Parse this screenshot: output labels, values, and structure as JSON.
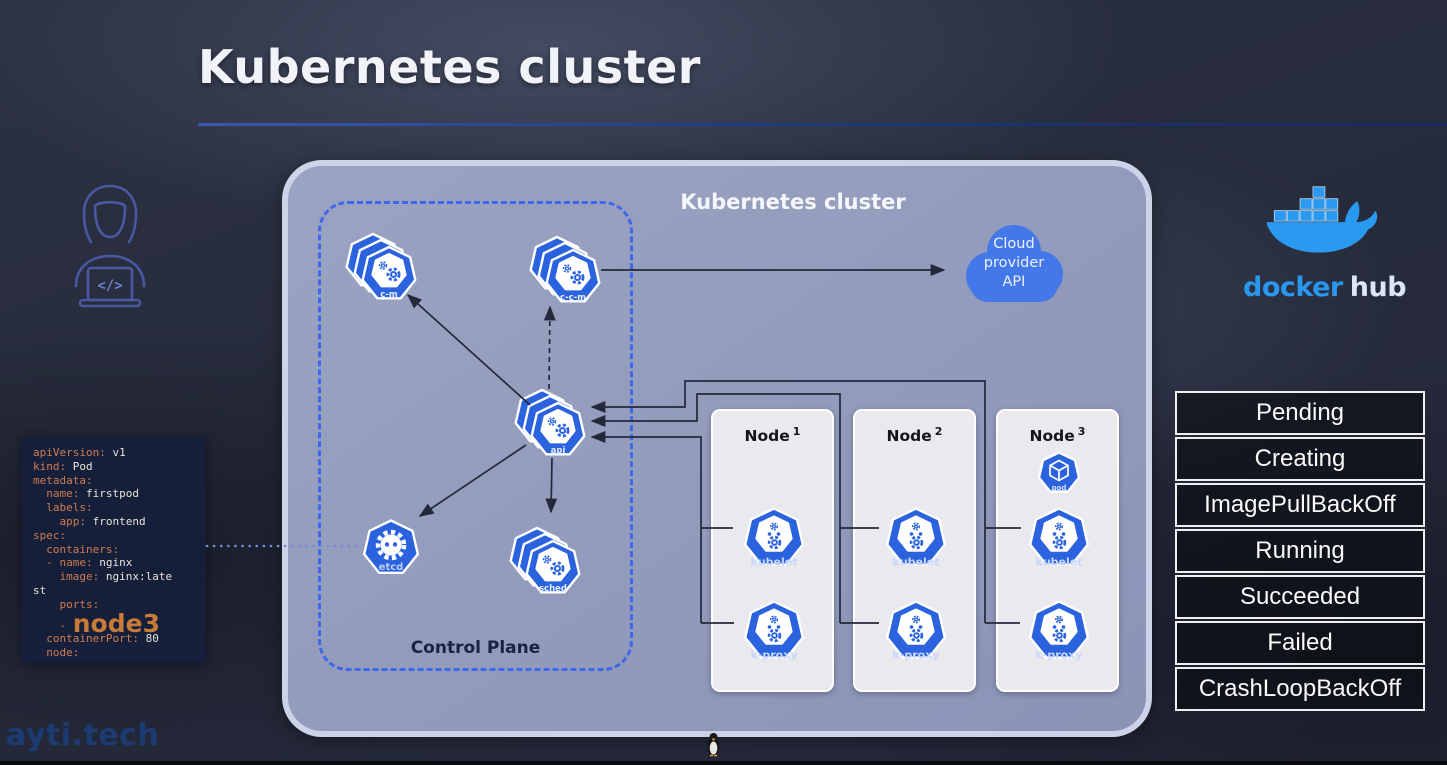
{
  "page": {
    "title": "Kubernetes cluster",
    "watermark": "ayti.tech"
  },
  "cluster": {
    "title": "Kubernetes cluster",
    "control_plane": {
      "label": "Control Plane",
      "components": {
        "cm": "c-m",
        "ccm": "c-c-m",
        "api": "api",
        "etcd": "etcd",
        "sched": "sched"
      }
    },
    "nodes": [
      {
        "title": "Node",
        "sup": "1",
        "kubelet": "kubelet",
        "kproxy": "k-proxy"
      },
      {
        "title": "Node",
        "sup": "2",
        "kubelet": "kubelet",
        "kproxy": "k-proxy"
      },
      {
        "title": "Node",
        "sup": "3",
        "pod": "pod",
        "kubelet": "kubelet",
        "kproxy": "k-proxy"
      }
    ]
  },
  "cloud": {
    "lines": [
      "Cloud",
      "provider",
      "API"
    ]
  },
  "dockerhub": {
    "docker": "docker",
    "hub": "hub"
  },
  "pod_states": [
    "Pending",
    "Creating",
    "ImagePullBackOff",
    "Running",
    "Succeeded",
    "Failed",
    "CrashLoopBackOff"
  ],
  "yaml": {
    "lines": [
      [
        {
          "t": "apiVersion:",
          "c": "k"
        },
        {
          "t": " v1",
          "c": "v"
        }
      ],
      [
        {
          "t": "kind:",
          "c": "k"
        },
        {
          "t": " Pod",
          "c": "v"
        }
      ],
      [
        {
          "t": "metadata:",
          "c": "k"
        }
      ],
      [
        {
          "t": "  name:",
          "c": "k"
        },
        {
          "t": " firstpod",
          "c": "v"
        }
      ],
      [
        {
          "t": "  labels:",
          "c": "k"
        }
      ],
      [
        {
          "t": "    app:",
          "c": "k"
        },
        {
          "t": " frontend",
          "c": "v"
        }
      ],
      [
        {
          "t": "spec:",
          "c": "k"
        }
      ],
      [
        {
          "t": "  containers:",
          "c": "k"
        }
      ],
      [
        {
          "t": "  - ",
          "c": "k"
        },
        {
          "t": "name:",
          "c": "k"
        },
        {
          "t": " nginx",
          "c": "v"
        }
      ],
      [
        {
          "t": "    image:",
          "c": "k"
        },
        {
          "t": " nginx:late",
          "c": "v"
        }
      ],
      [
        {
          "t": "st",
          "c": "v"
        }
      ],
      [
        {
          "t": "    ports:",
          "c": "k"
        }
      ],
      [
        {
          "t": "    - ",
          "c": "k"
        },
        {
          "t": "node3",
          "c": "big"
        }
      ],
      [
        {
          "t": "  containerPort:",
          "c": "k"
        },
        {
          "t": " 80",
          "c": "v"
        }
      ],
      [
        {
          "t": "  node:",
          "c": "k"
        }
      ]
    ]
  },
  "colors": {
    "kubernetes_blue": "#2b63de",
    "docker_blue": "#2a97ee",
    "control_plane_border": "#3f68e8",
    "yaml_key": "#cd7c50",
    "yaml_value": "#e8e4da",
    "node3_highlight": "#c87a38"
  }
}
